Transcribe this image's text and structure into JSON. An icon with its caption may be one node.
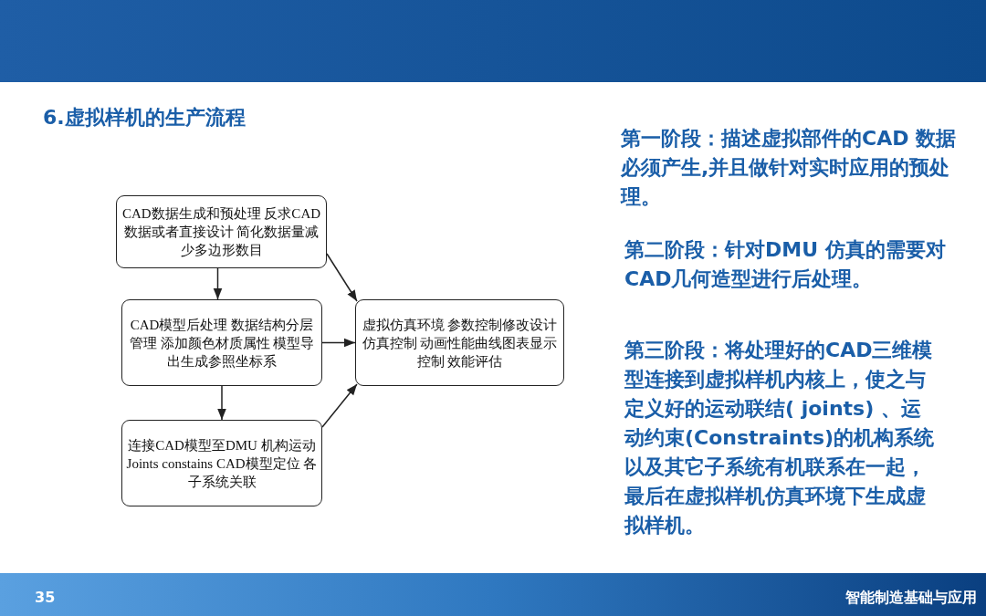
{
  "diagram": {
    "title": "6.虚拟样机的生产流程",
    "nodes": [
      {
        "text": [
          "CAD数据生成和预处理 反求CAD数据或者直接设计 简化数据量减少多边形数目"
        ]
      },
      {
        "text": [
          "CAD模型后处理 数据结构分层管理 添加颜色材质属性 模型导出生成参照坐标系"
        ]
      },
      {
        "text": [
          "连接CAD模型至DMU 机构运动Joints constains CAD模型定位 各子系统关联"
        ]
      },
      {
        "text": [
          "虚拟仿真环境 参数控制修改设计仿真控制 动画性能曲线图表显示控制 效能评估"
        ]
      }
    ],
    "edges": [
      {
        "from": 0,
        "to": 1,
        "arrow": "to"
      },
      {
        "from": 1,
        "to": 2,
        "arrow": "to"
      },
      {
        "from": 0,
        "to": 3,
        "arrow": "to"
      },
      {
        "from": 1,
        "to": 3,
        "arrow": "to"
      },
      {
        "from": 2,
        "to": 3,
        "arrow": "to"
      }
    ],
    "labels": [
      "第一阶段：描述虚拟部件的CAD 数据必须产生,并且做针对实时应用的预处理。",
      "第二阶段：针对DMU 仿真的需要对CAD几何造型进行后处理。",
      "第三阶段：将处理好的CAD三维模型连接到虚拟样机内核上，使之与定义好的运动联结( joints) 、运动约束(Constraints)的机构系统以及其它子系统有机联系在一起，最后在虚拟样机仿真环境下生成虚拟样机。",
      "35",
      "智能制造基础与应用"
    ]
  }
}
